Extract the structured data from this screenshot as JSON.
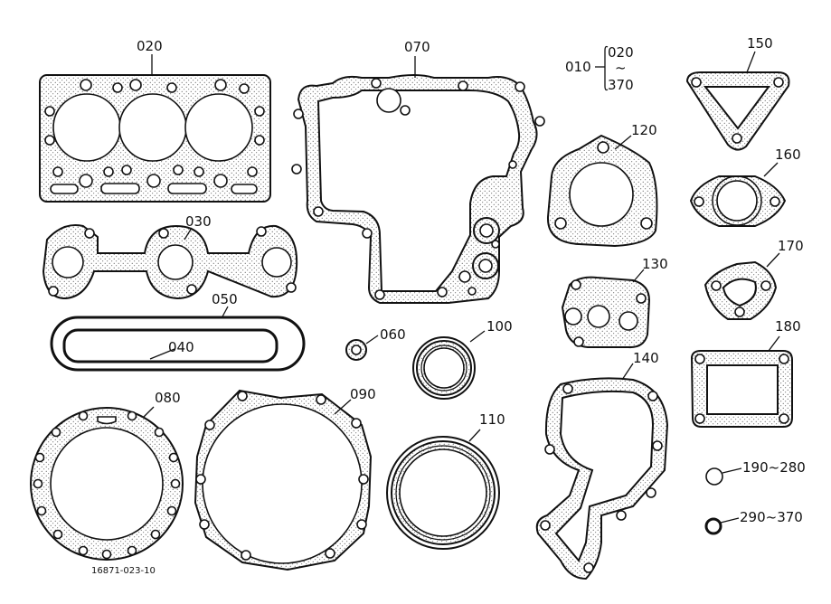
{
  "parts": {
    "p010": "010",
    "p010_range_start": "020",
    "p010_range_sep": "~",
    "p010_range_end": "370",
    "p020": "020",
    "p030": "030",
    "p040": "040",
    "p050": "050",
    "p060": "060",
    "p070": "070",
    "p080": "080",
    "p090": "090",
    "p100": "100",
    "p110": "110",
    "p120": "120",
    "p130": "130",
    "p140": "140",
    "p150": "150",
    "p160": "160",
    "p170": "170",
    "p180": "180",
    "p190": "190~280",
    "p290": "290~370"
  },
  "drawing_code": "16871-023-10"
}
